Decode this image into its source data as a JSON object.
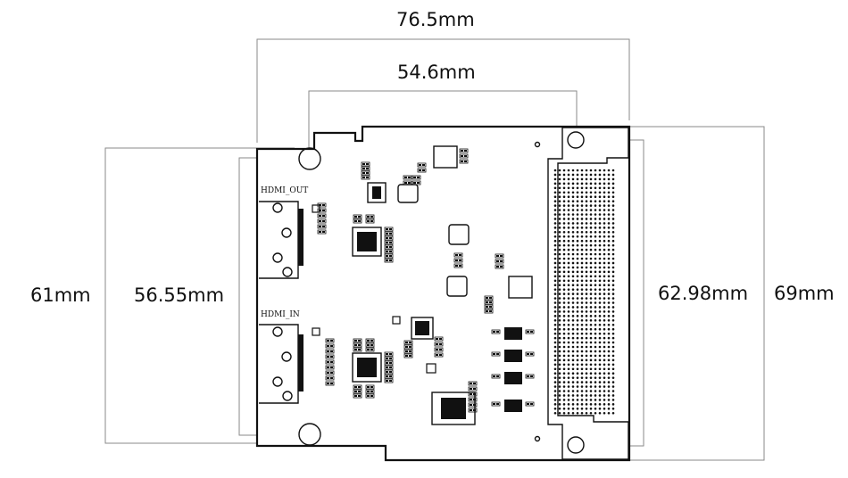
{
  "dimensions": {
    "outer_width": "76.5mm",
    "inner_width": "54.6mm",
    "left_outer_height": "61mm",
    "left_inner_height": "56.55mm",
    "right_inner_height": "62.98mm",
    "right_outer_height": "69mm"
  },
  "board": {
    "silk_hdmi_out": "HDMI_OUT",
    "silk_hdmi_in": "HDMI_IN"
  },
  "colors": {
    "ink": "#111111",
    "dimension_line": "#8a8a8a",
    "background": "#ffffff"
  }
}
